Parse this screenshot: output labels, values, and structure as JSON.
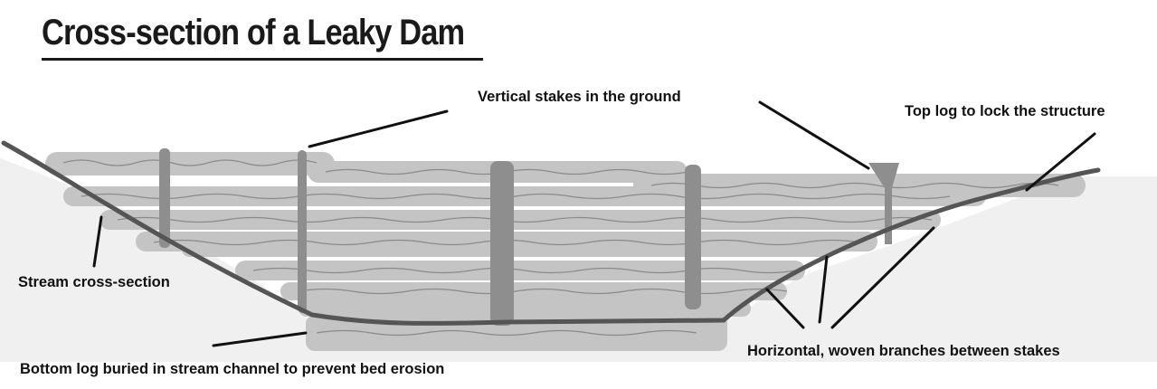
{
  "title": "Cross-section of a Leaky Dam",
  "labels": {
    "vertical_stakes": "Vertical stakes in the ground",
    "top_log": "Top log to lock the structure",
    "stream_cross_section": "Stream cross-section",
    "bottom_log": "Bottom log buried in stream channel to prevent bed erosion",
    "horizontal_branches": "Horizontal, woven branches between stakes"
  },
  "colors": {
    "branch_fill": "#c4c4c4",
    "branch_texture": "#8a8a8a",
    "stake": "#8e8e8e",
    "stream_bed_line": "#555555",
    "ground_shadow": "#ececec",
    "leader_line": "#111111"
  }
}
